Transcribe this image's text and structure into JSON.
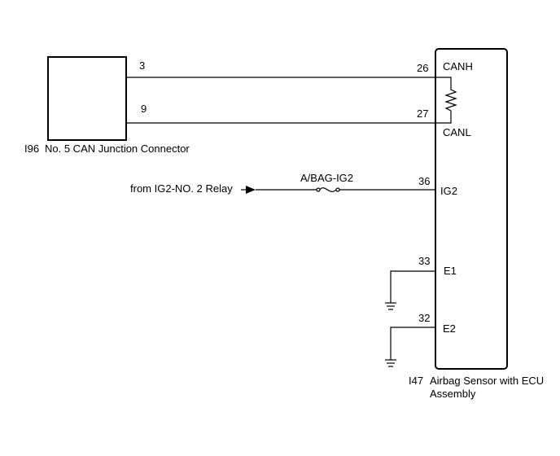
{
  "junction_connector": {
    "code": "I96",
    "name": "No. 5 CAN Junction Connector",
    "pins": {
      "canh": "3",
      "canl": "9"
    }
  },
  "ecu": {
    "code": "I47",
    "name_line1": "Airbag Sensor with ECU",
    "name_line2": "Assembly",
    "pins": [
      {
        "number": "26",
        "signal": "CANH"
      },
      {
        "number": "27",
        "signal": "CANL"
      },
      {
        "number": "36",
        "signal": "IG2"
      },
      {
        "number": "33",
        "signal": "E1"
      },
      {
        "number": "32",
        "signal": "E2"
      }
    ]
  },
  "power_source": "from IG2-NO. 2 Relay",
  "fuse": "A/BAG-IG2",
  "icons": {
    "resistor": "resistor-icon",
    "fuse": "fuse-icon",
    "ground": "ground-icon",
    "arrow": "arrow-right-icon"
  }
}
